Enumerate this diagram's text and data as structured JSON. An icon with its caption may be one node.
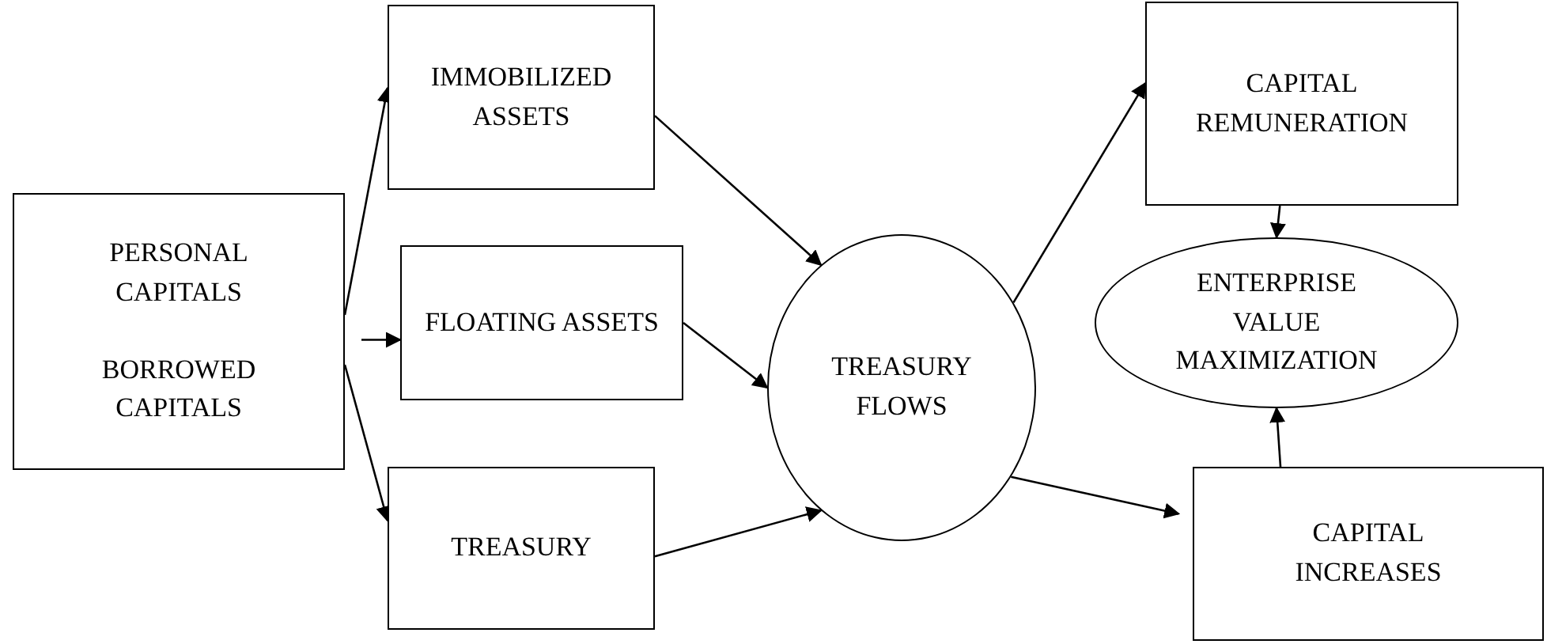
{
  "diagram": {
    "nodes": [
      {
        "text": [
          "PERSONAL CAPITALS",
          "BORROWED CAPITALS"
        ]
      },
      {
        "text": [
          "IMMOBILIZED ASSETS"
        ]
      },
      {
        "text": [
          "FLOATING ASSETS"
        ]
      },
      {
        "text": [
          "TREASURY"
        ]
      },
      {
        "text": [
          "TREASURY FLOWS"
        ]
      },
      {
        "text": [
          "CAPITAL REMUNERATION"
        ]
      },
      {
        "text": [
          "ENTERPRISE VALUE MAXIMIZATION"
        ]
      },
      {
        "text": [
          "CAPITAL INCREASES"
        ]
      }
    ],
    "edges": [
      {
        "from": 0,
        "to": 1,
        "arrow": "to"
      },
      {
        "from": 0,
        "to": 2,
        "arrow": "to"
      },
      {
        "from": 0,
        "to": 3,
        "arrow": "to"
      },
      {
        "from": 1,
        "to": 4,
        "arrow": "to"
      },
      {
        "from": 2,
        "to": 4,
        "arrow": "to"
      },
      {
        "from": 3,
        "to": 4,
        "arrow": "to"
      },
      {
        "from": 4,
        "to": 5,
        "arrow": "to"
      },
      {
        "from": 4,
        "to": 7,
        "arrow": "to"
      },
      {
        "from": 5,
        "to": 6,
        "arrow": "to"
      },
      {
        "from": 7,
        "to": 6,
        "arrow": "to"
      }
    ]
  }
}
